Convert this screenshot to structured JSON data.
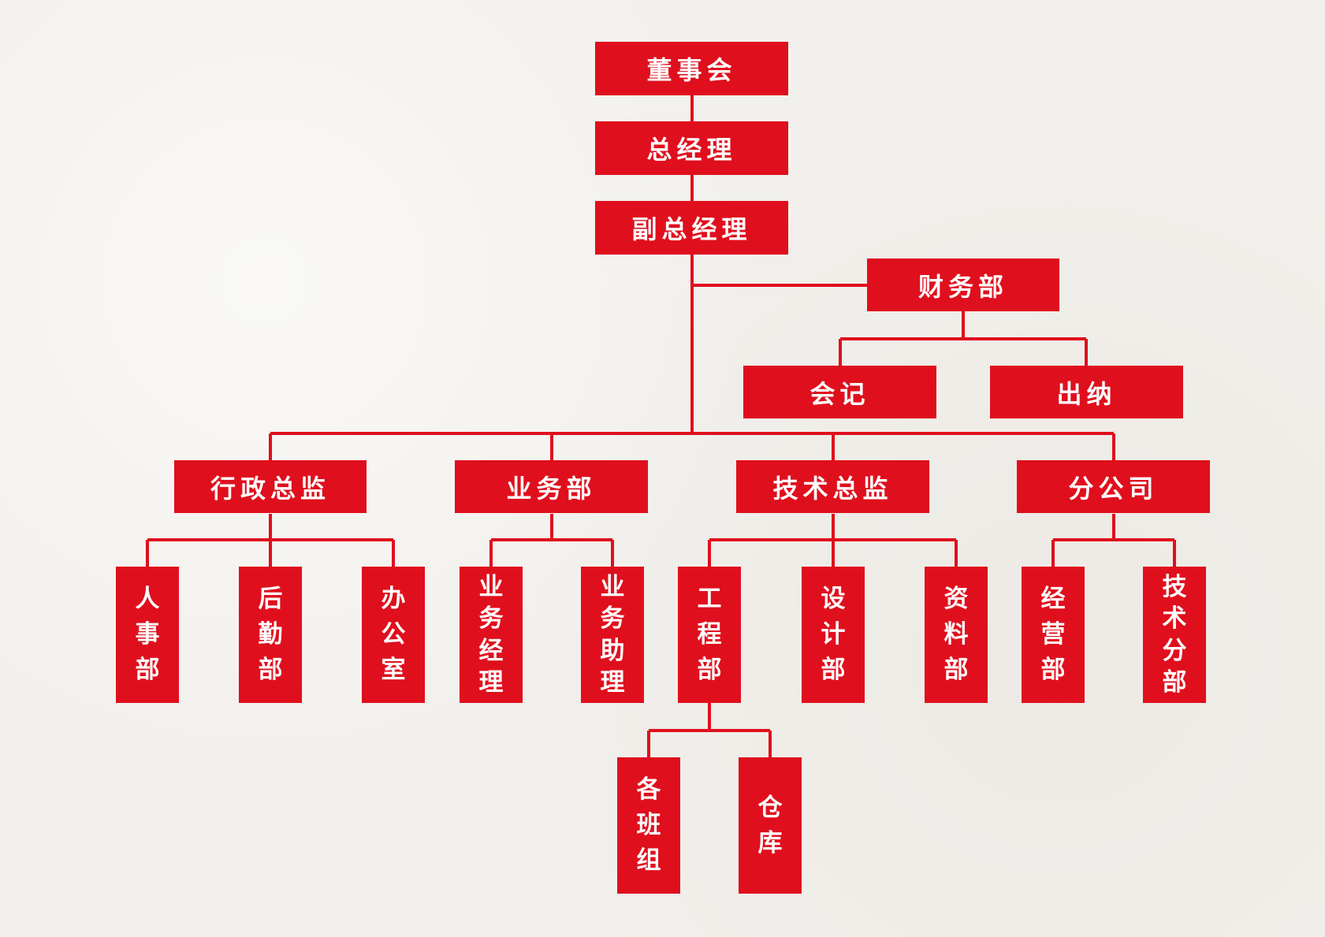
{
  "colors": {
    "box": "#e00f1d",
    "text": "#ffffff",
    "line": "#e00f1d",
    "background": "#f2f0ec"
  },
  "org": {
    "board": "董事会",
    "gm": "总经理",
    "deputy_gm": "副总经理",
    "finance": "财务部",
    "accounting": "会记",
    "cashier": "出纳",
    "admin_director": "行政总监",
    "business_dept": "业务部",
    "tech_director": "技术总监",
    "branch": "分公司",
    "hr": "人\n事\n部",
    "logistics": "后\n勤\n部",
    "office": "办\n公\n室",
    "biz_manager": "业\n务\n经\n理",
    "biz_assistant": "业\n务\n助\n理",
    "engineering": "工\n程\n部",
    "design": "设\n计\n部",
    "data_dept": "资\n料\n部",
    "operations": "经\n营\n部",
    "tech_branch": "技\n术\n分\n部",
    "teams": "各\n班\n组",
    "warehouse": "仓\n库"
  }
}
